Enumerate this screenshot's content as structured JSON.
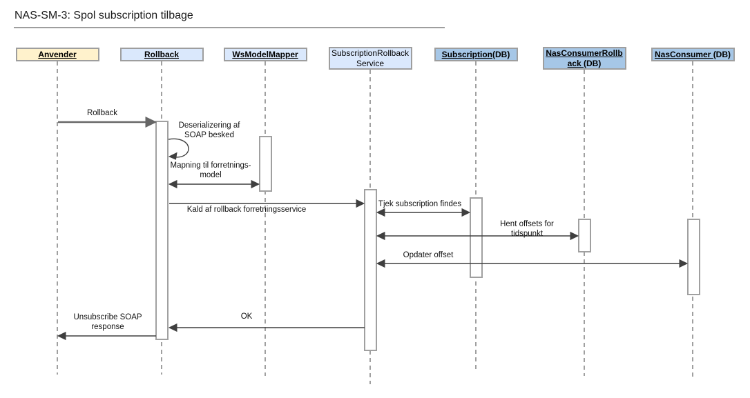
{
  "title": "NAS-SM-3: Spol subscription tilbage",
  "colors": {
    "actor_user_fill": "#FFF2CC",
    "actor_service_fill": "#DAE8FC",
    "actor_db_fill": "#A6C7E7",
    "actor_border": "#9e9e9e",
    "activation_fill": "#ffffff",
    "activation_border": "#a0a0a0",
    "lifeline": "#a0a0a0",
    "arrow": "#3f3f3f",
    "entry_arrow": "#666666",
    "text": "#111111",
    "title_rule": "#9e9e9e"
  },
  "actors": [
    {
      "id": "anvender",
      "fill": "user",
      "bold": true,
      "lines": [
        [
          {
            "t": "Anvender",
            "u": true
          }
        ]
      ]
    },
    {
      "id": "rollback",
      "fill": "service",
      "bold": true,
      "lines": [
        [
          {
            "t": "Rollback",
            "u": true
          }
        ]
      ]
    },
    {
      "id": "wsmodelmapper",
      "fill": "service",
      "bold": true,
      "lines": [
        [
          {
            "t": "WsModelMapper",
            "u": true
          }
        ]
      ]
    },
    {
      "id": "subscriptionrollbackservice",
      "fill": "service",
      "bold": false,
      "lines": [
        [
          {
            "t": "SubscriptionRollback",
            "u": false
          }
        ],
        [
          {
            "t": "Service",
            "u": false
          }
        ]
      ]
    },
    {
      "id": "subscriptiondb",
      "fill": "db",
      "bold": true,
      "lines": [
        [
          {
            "t": "Subscription",
            "u": true
          },
          {
            "t": "(DB)",
            "u": false
          }
        ]
      ]
    },
    {
      "id": "nasconsumerrollbackdb",
      "fill": "db",
      "bold": true,
      "lines": [
        [
          {
            "t": "NasConsumerRollb",
            "u": true
          }
        ],
        [
          {
            "t": "ack ",
            "u": true
          },
          {
            "t": "(DB)",
            "u": false
          }
        ]
      ]
    },
    {
      "id": "nasconsumerdb",
      "fill": "db",
      "bold": true,
      "lines": [
        [
          {
            "t": "NasConsumer ",
            "u": true
          },
          {
            "t": "(DB)",
            "u": false
          }
        ]
      ]
    }
  ],
  "messages": [
    {
      "id": "rollback_call",
      "kind": "entry",
      "from": "anvender",
      "to": "rollback",
      "lines": [
        "Rollback"
      ]
    },
    {
      "id": "deserialize",
      "kind": "self",
      "from": "rollback",
      "to": "rollback",
      "lines": [
        "Deserializering af",
        "SOAP besked"
      ]
    },
    {
      "id": "mapning",
      "kind": "both",
      "from": "rollback",
      "to": "wsmodelmapper",
      "lines": [
        "Mapning til forretnings-",
        "model"
      ]
    },
    {
      "id": "kald",
      "kind": "call",
      "from": "rollback",
      "to": "subscriptionrollbackservice",
      "lines": [
        "Kald af rollback forretningsservice"
      ]
    },
    {
      "id": "tjek",
      "kind": "both",
      "from": "subscriptionrollbackservice",
      "to": "subscriptiondb",
      "lines": [
        "Tjek subscription findes"
      ]
    },
    {
      "id": "hent",
      "kind": "both",
      "from": "subscriptionrollbackservice",
      "to": "nasconsumerrollbackdb",
      "lines": [
        "Hent offsets for",
        "tidspunkt"
      ]
    },
    {
      "id": "opdater",
      "kind": "both",
      "from": "subscriptionrollbackservice",
      "to": "nasconsumerdb",
      "lines": [
        "Opdater offset"
      ]
    },
    {
      "id": "ok",
      "kind": "return",
      "from": "subscriptionrollbackservice",
      "to": "rollback",
      "lines": [
        "OK"
      ]
    },
    {
      "id": "unsubscribe",
      "kind": "return",
      "from": "rollback",
      "to": "anvender",
      "lines": [
        "Unsubscribe SOAP",
        "response"
      ]
    }
  ]
}
